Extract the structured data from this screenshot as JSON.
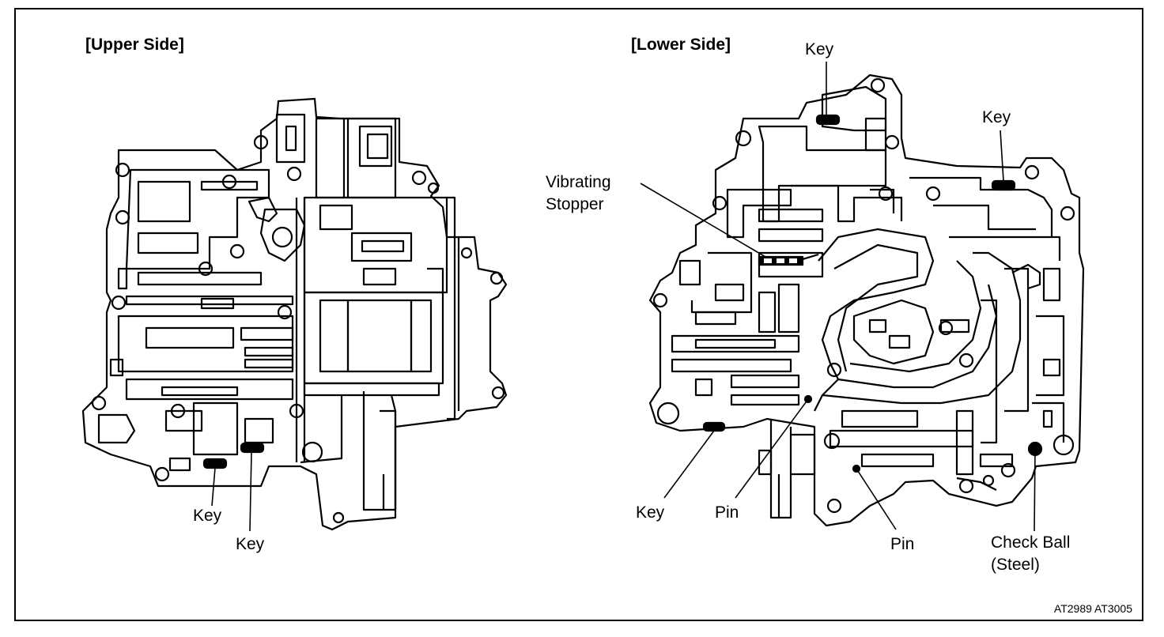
{
  "figure": {
    "upper_title": "[Upper Side]",
    "lower_title": "[Lower Side]",
    "figure_code": "AT2989 AT3005"
  },
  "callouts": {
    "upper_key_1": "Key",
    "upper_key_2": "Key",
    "lower_key_top": "Key",
    "lower_key_right": "Key",
    "lower_key_bottom": "Key",
    "vibrating_stopper_line1": "Vibrating",
    "vibrating_stopper_line2": "Stopper",
    "pin_1": "Pin",
    "pin_2": "Pin",
    "check_ball_line1": "Check Ball",
    "check_ball_line2": "(Steel)"
  },
  "colors": {
    "ink": "#000000",
    "paper": "#ffffff"
  }
}
